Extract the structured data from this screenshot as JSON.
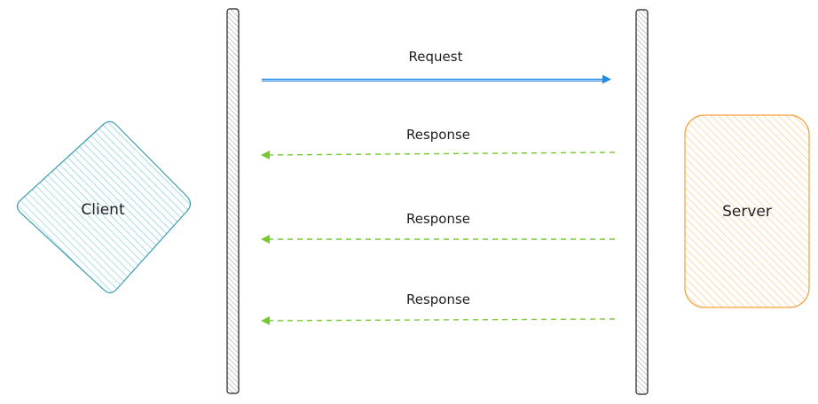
{
  "diagram": {
    "nodes": {
      "client": {
        "label": "Client",
        "fill": "#a5d8e6",
        "stroke": "#3d9bb0"
      },
      "server": {
        "label": "Server",
        "fill": "#ffd8a8",
        "stroke": "#f59f3f"
      }
    },
    "messages": [
      {
        "label": "Request",
        "direction": "client-to-server",
        "style": "solid",
        "color": "#228be6"
      },
      {
        "label": "Response",
        "direction": "server-to-client",
        "style": "dashed",
        "color": "#73c92e"
      },
      {
        "label": "Response",
        "direction": "server-to-client",
        "style": "dashed",
        "color": "#73c92e"
      },
      {
        "label": "Response",
        "direction": "server-to-client",
        "style": "dashed",
        "color": "#73c92e"
      }
    ],
    "lifeline_color": "#1e1e1e"
  }
}
